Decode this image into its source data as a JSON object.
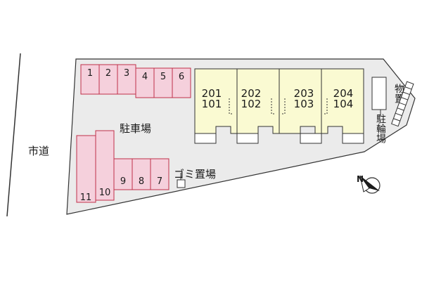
{
  "labels": {
    "road": "市道",
    "parking_lot": "駐車場",
    "garbage": "ゴミ置場",
    "storage": "物置",
    "bike_parking": "駐輪場",
    "north": "N"
  },
  "parking_spaces": [
    "1",
    "2",
    "3",
    "4",
    "5",
    "6",
    "7",
    "8",
    "9",
    "10",
    "11"
  ],
  "units": [
    {
      "upper": "201",
      "lower": "101"
    },
    {
      "upper": "202",
      "lower": "102"
    },
    {
      "upper": "203",
      "lower": "103"
    },
    {
      "upper": "204",
      "lower": "104"
    }
  ],
  "colors": {
    "site": "#ebebeb",
    "parking_fill": "#f5d0dc",
    "parking_stroke": "#c0304a",
    "building_fill": "#fafad2",
    "outline": "#333333"
  }
}
